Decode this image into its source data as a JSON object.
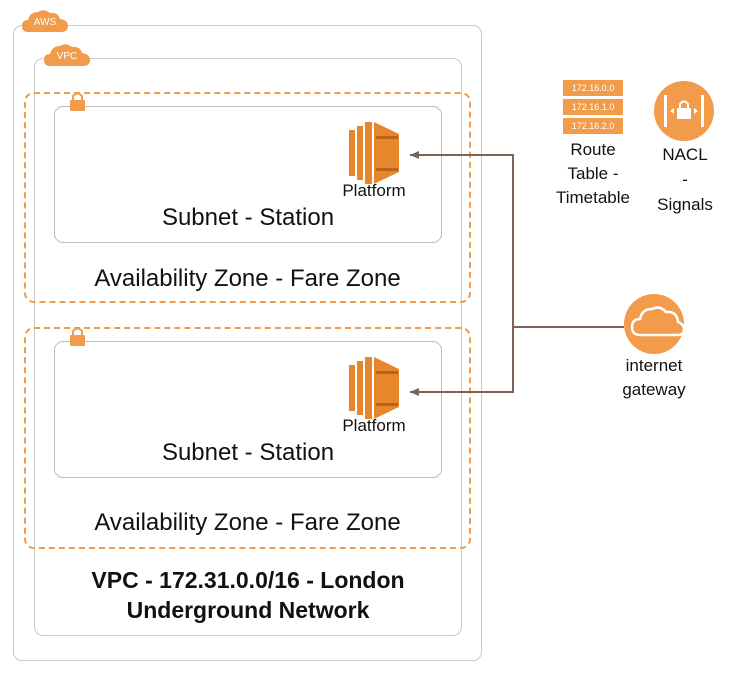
{
  "badges": {
    "aws": "AWS",
    "vpc": "VPC"
  },
  "availability_zones": [
    {
      "label": "Availability Zone - Fare Zone",
      "subnet": {
        "label": "Subnet - Station",
        "instance_label": "Platform"
      }
    },
    {
      "label": "Availability Zone - Fare Zone",
      "subnet": {
        "label": "Subnet - Station",
        "instance_label": "Platform"
      }
    }
  ],
  "vpc_label": {
    "line1": "VPC - 172.31.0.0/16 - London",
    "line2": "Underground Network"
  },
  "route_table": {
    "entries": [
      "172.16.0.0",
      "172.16.1.0",
      "172.16.2.0"
    ],
    "label_lines": [
      "Route",
      "Table -",
      "Timetable"
    ]
  },
  "nacl": {
    "label_lines": [
      "NACL",
      "-",
      "Signals"
    ]
  },
  "internet_gateway": {
    "label_lines": [
      "internet",
      "gateway"
    ]
  },
  "colors": {
    "accent": "#f29b4b",
    "ec2": "#e7862b",
    "connector": "#7a6255",
    "border": "#c9c9c9"
  }
}
